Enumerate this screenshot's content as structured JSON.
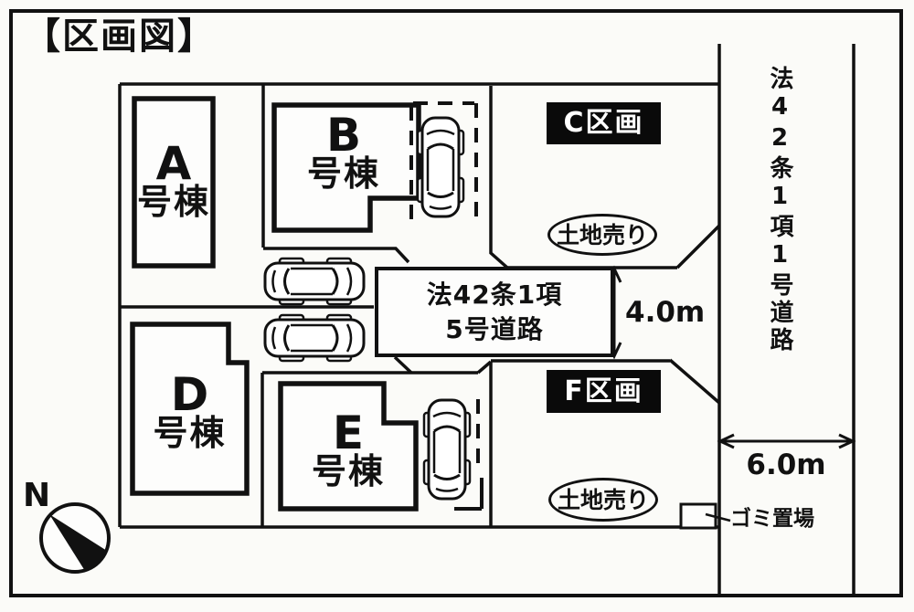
{
  "title": "【区画図】",
  "buildings": [
    {
      "id": "A",
      "letter": "A",
      "suffix": "号棟"
    },
    {
      "id": "B",
      "letter": "B",
      "suffix": "号棟"
    },
    {
      "id": "D",
      "letter": "D",
      "suffix": "号棟"
    },
    {
      "id": "E",
      "letter": "E",
      "suffix": "号棟"
    }
  ],
  "parcels": [
    {
      "id": "C",
      "label": "C区画",
      "sale_label": "土地売り"
    },
    {
      "id": "F",
      "label": "F区画",
      "sale_label": "土地売り"
    }
  ],
  "roads": {
    "center": {
      "line1": "法42条1項",
      "line2": "5号道路",
      "width_label": "4.0m"
    },
    "right": {
      "label": "法42条1項1号道路",
      "width_label": "6.0m"
    }
  },
  "garbage": {
    "label": "ゴミ置場"
  },
  "compass": {
    "label": "N"
  },
  "icons": [
    "north-compass-icon",
    "car-icon"
  ],
  "colors": {
    "ink": "#111111",
    "paper": "#fbfbf8",
    "badge_bg": "#0a0a0a",
    "badge_text": "#ffffff"
  }
}
